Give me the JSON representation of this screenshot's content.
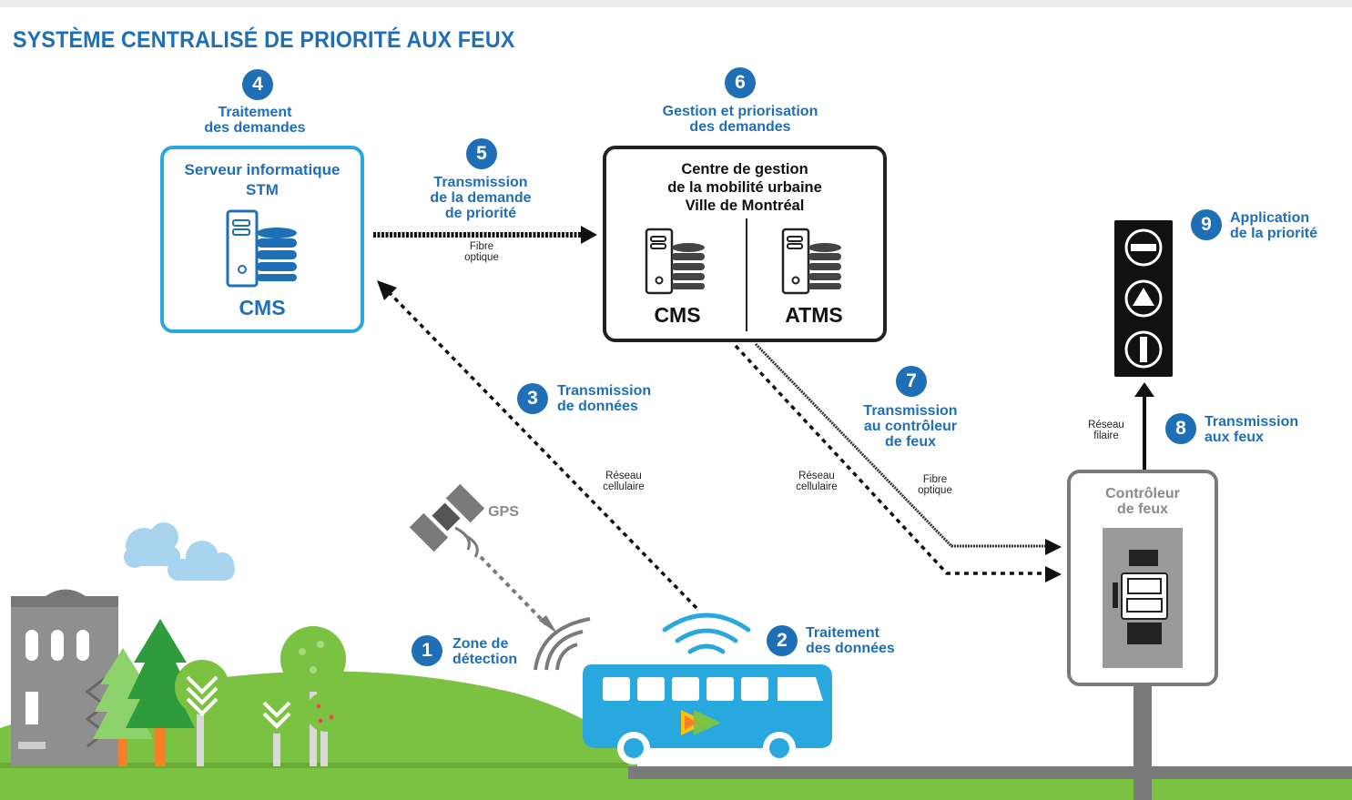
{
  "title": "SYSTÈME CENTRALISÉ DE PRIORITÉ AUX FEUX",
  "steps": [
    {
      "num": "1",
      "label": "Zone de\ndétection"
    },
    {
      "num": "2",
      "label": "Traitement\ndes données"
    },
    {
      "num": "3",
      "label": "Transmission\nde données"
    },
    {
      "num": "4",
      "label": "Traitement\ndes demandes"
    },
    {
      "num": "5",
      "label": "Transmission\nde la demande\nde priorité"
    },
    {
      "num": "6",
      "label": "Gestion et priorisation\ndes demandes"
    },
    {
      "num": "7",
      "label": "Transmission\nau contrôleur\nde feux"
    },
    {
      "num": "8",
      "label": "Transmission\naux feux"
    },
    {
      "num": "9",
      "label": "Application\nde la priorité"
    }
  ],
  "stm_server": {
    "title": "Serveur informatique\nSTM",
    "system": "CMS"
  },
  "city_center": {
    "title": "Centre de gestion\nde la mobilité urbaine\nVille de Montréal",
    "system_left": "CMS",
    "system_right": "ATMS"
  },
  "controller": {
    "title": "Contrôleur\nde feux"
  },
  "link_labels": {
    "fibre_top": "Fibre\noptique",
    "cellular_left": "Réseau\ncellulaire",
    "cellular_right": "Réseau\ncellulaire",
    "fibre_right": "Fibre\noptique",
    "wired": "Réseau\nfilaire",
    "gps": "GPS"
  },
  "colors": {
    "blue": "#1f6fb7",
    "light_blue": "#29a8e0",
    "green": "#7cc242",
    "gray": "#8a8a8a",
    "orange": "#f4802a"
  },
  "icons": [
    "server-icon",
    "database-icon",
    "satellite-icon",
    "wifi-icon",
    "bus-icon",
    "traffic-light-icon",
    "cloud-icon",
    "tree-icon",
    "building-icon"
  ]
}
